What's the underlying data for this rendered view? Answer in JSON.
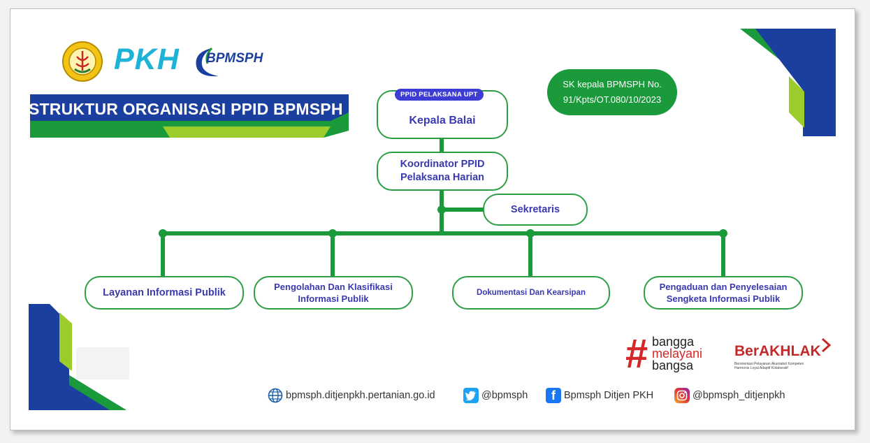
{
  "header": {
    "logos": [
      "kementan-logo",
      "pkh-logo",
      "bpmsph-logo"
    ],
    "pkh_logo_text": "PKH",
    "bpmsph_logo_text": "BPMSPH",
    "title": "STRUKTUR ORGANISASI PPID BPMSPH"
  },
  "sk": {
    "line1": "SK kepala BPMSPH No.",
    "line2": "91/Kpts/OT.080/10/2023"
  },
  "org": {
    "top_pill": "PPID PELAKSANA UPT",
    "top": "Kepala Balai",
    "coordinator_line1": "Koordinator PPID",
    "coordinator_line2": "Pelaksana Harian",
    "secretary": "Sekretaris",
    "units": [
      {
        "line1": "Layanan Informasi Publik",
        "line2": ""
      },
      {
        "line1": "Pengolahan Dan Klasifikasi",
        "line2": "Informasi Publik"
      },
      {
        "line1": "Dokumentasi Dan Kearsipan",
        "line2": ""
      },
      {
        "line1": "Pengaduan dan Penyelesaian",
        "line2": "Sengketa Informasi Publik"
      }
    ]
  },
  "branding": {
    "bangga_line1": "bangga",
    "bangga_line2": "melayani",
    "bangga_line3": "bangsa",
    "berakhlak": "BerAKHLAK",
    "berakhlak_tagline_1": "Berorientasi Pelayanan Akuntabel Kompeten",
    "berakhlak_tagline_2": "Harmonis Loyal Adaptif Kolaboratif"
  },
  "footer": {
    "website": "bpmsph.ditjenpkh.pertanian.go.id",
    "twitter": "@bpmsph",
    "facebook": "Bpmsph Ditjen PKH",
    "instagram": "@bpmsph_ditjenpkh"
  },
  "colors": {
    "green": "#1a9a3a",
    "navy": "#1b3f9e",
    "lime": "#9ccc2b",
    "node_text": "#3a3ab0",
    "pill": "#3d3dd6"
  }
}
